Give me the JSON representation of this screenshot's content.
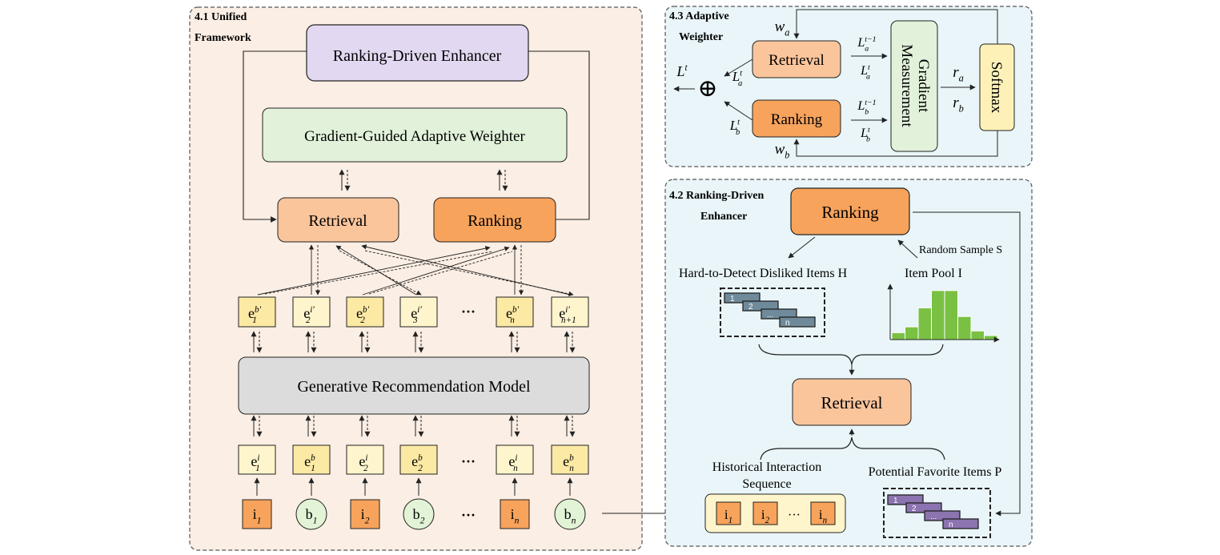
{
  "panels": {
    "unified": {
      "title_line1": "4.1 Unified",
      "title_line2": "Framework"
    },
    "adaptive": {
      "title_line1": "4.3 Adaptive",
      "title_line2": "Weighter"
    },
    "enhancer": {
      "title_line1": "4.2 Ranking-Driven",
      "title_line2": "Enhancer"
    }
  },
  "unified": {
    "rde_label": "Ranking-Driven Enhancer",
    "weighter_label": "Gradient-Guided Adaptive Weighter",
    "retrieval_label": "Retrieval",
    "ranking_label": "Ranking",
    "grm_label": "Generative Recommendation Model",
    "ellipsis": "···",
    "emb_out": [
      {
        "base": "e",
        "sup": "b′",
        "sub": "1"
      },
      {
        "base": "e",
        "sup": "i′",
        "sub": "2"
      },
      {
        "base": "e",
        "sup": "b′",
        "sub": "2"
      },
      {
        "base": "e",
        "sup": "i′",
        "sub": "3"
      },
      {
        "base": "e",
        "sup": "b′",
        "sub": "n"
      },
      {
        "base": "e",
        "sup": "i′",
        "sub": "n+1"
      }
    ],
    "emb_in": [
      {
        "base": "e",
        "sup": "i",
        "sub": "1"
      },
      {
        "base": "e",
        "sup": "b",
        "sub": "1"
      },
      {
        "base": "e",
        "sup": "i",
        "sub": "2"
      },
      {
        "base": "e",
        "sup": "b",
        "sub": "2"
      },
      {
        "base": "e",
        "sup": "i",
        "sub": "n"
      },
      {
        "base": "e",
        "sup": "b",
        "sub": "n"
      }
    ],
    "tokens": [
      {
        "base": "i",
        "sub": "1"
      },
      {
        "base": "b",
        "sub": "1"
      },
      {
        "base": "i",
        "sub": "2"
      },
      {
        "base": "b",
        "sub": "2"
      },
      {
        "base": "i",
        "sub": "n"
      },
      {
        "base": "b",
        "sub": "n"
      }
    ]
  },
  "adaptive": {
    "retrieval_label": "Retrieval",
    "ranking_label": "Ranking",
    "gradient_line1": "Gradient",
    "gradient_line2": "Measurement",
    "softmax_label": "Softmax",
    "w_a": {
      "base": "w",
      "sub": "a"
    },
    "w_b": {
      "base": "w",
      "sub": "b"
    },
    "L_t": {
      "base": "L",
      "sup": "t"
    },
    "L_a_t": {
      "base": "L",
      "sup": "t",
      "sub": "a"
    },
    "L_b_t": {
      "base": "L",
      "sup": "t",
      "sub": "b"
    },
    "L_a_prev": {
      "base": "L",
      "sup": "t−1",
      "sub": "a"
    },
    "L_a_cur": {
      "base": "L",
      "sup": "t",
      "sub": "a"
    },
    "L_b_prev": {
      "base": "L",
      "sup": "t−1",
      "sub": "b"
    },
    "L_b_cur": {
      "base": "L",
      "sup": "t",
      "sub": "b"
    },
    "r_a": {
      "base": "r",
      "sub": "a"
    },
    "r_b": {
      "base": "r",
      "sub": "b"
    },
    "sum_symbol": "⊕"
  },
  "enhancer": {
    "ranking_label": "Ranking",
    "retrieval_label": "Retrieval",
    "random_sample": "Random Sample S",
    "hard_items": "Hard-to-Detect Disliked Items H",
    "item_pool": "Item Pool I",
    "hist_line1": "Historical Interaction",
    "hist_line2": "Sequence",
    "potential": "Potential Favorite Items P",
    "stack_labels": [
      "1",
      "2",
      "...",
      "n"
    ],
    "hist_tokens": [
      {
        "base": "i",
        "sub": "1"
      },
      {
        "base": "i",
        "sub": "2"
      },
      {
        "base": "···"
      },
      {
        "base": "i",
        "sub": "n"
      }
    ],
    "histogram": [
      0.12,
      0.22,
      0.55,
      0.85,
      0.85,
      0.4,
      0.15,
      0.07
    ]
  },
  "colors": {
    "unified_bg": "#fbeee4",
    "side_bg": "#e9f5f8",
    "lavender": "#e2d8f1",
    "green_box": "#e1f1da",
    "retrieval": "#fbc59c",
    "ranking": "#f7a35c",
    "grm": "#dcdcdc",
    "emb_yellow": "#fbe9a4",
    "emb_light": "#fff5cc",
    "token_orange": "#f7a35c",
    "token_green": "#e2f3d6",
    "softmax": "#fdf1b8",
    "hard_item": "#6f8a9b",
    "potential_item": "#8b74b0",
    "histogram": "#7ac143"
  }
}
